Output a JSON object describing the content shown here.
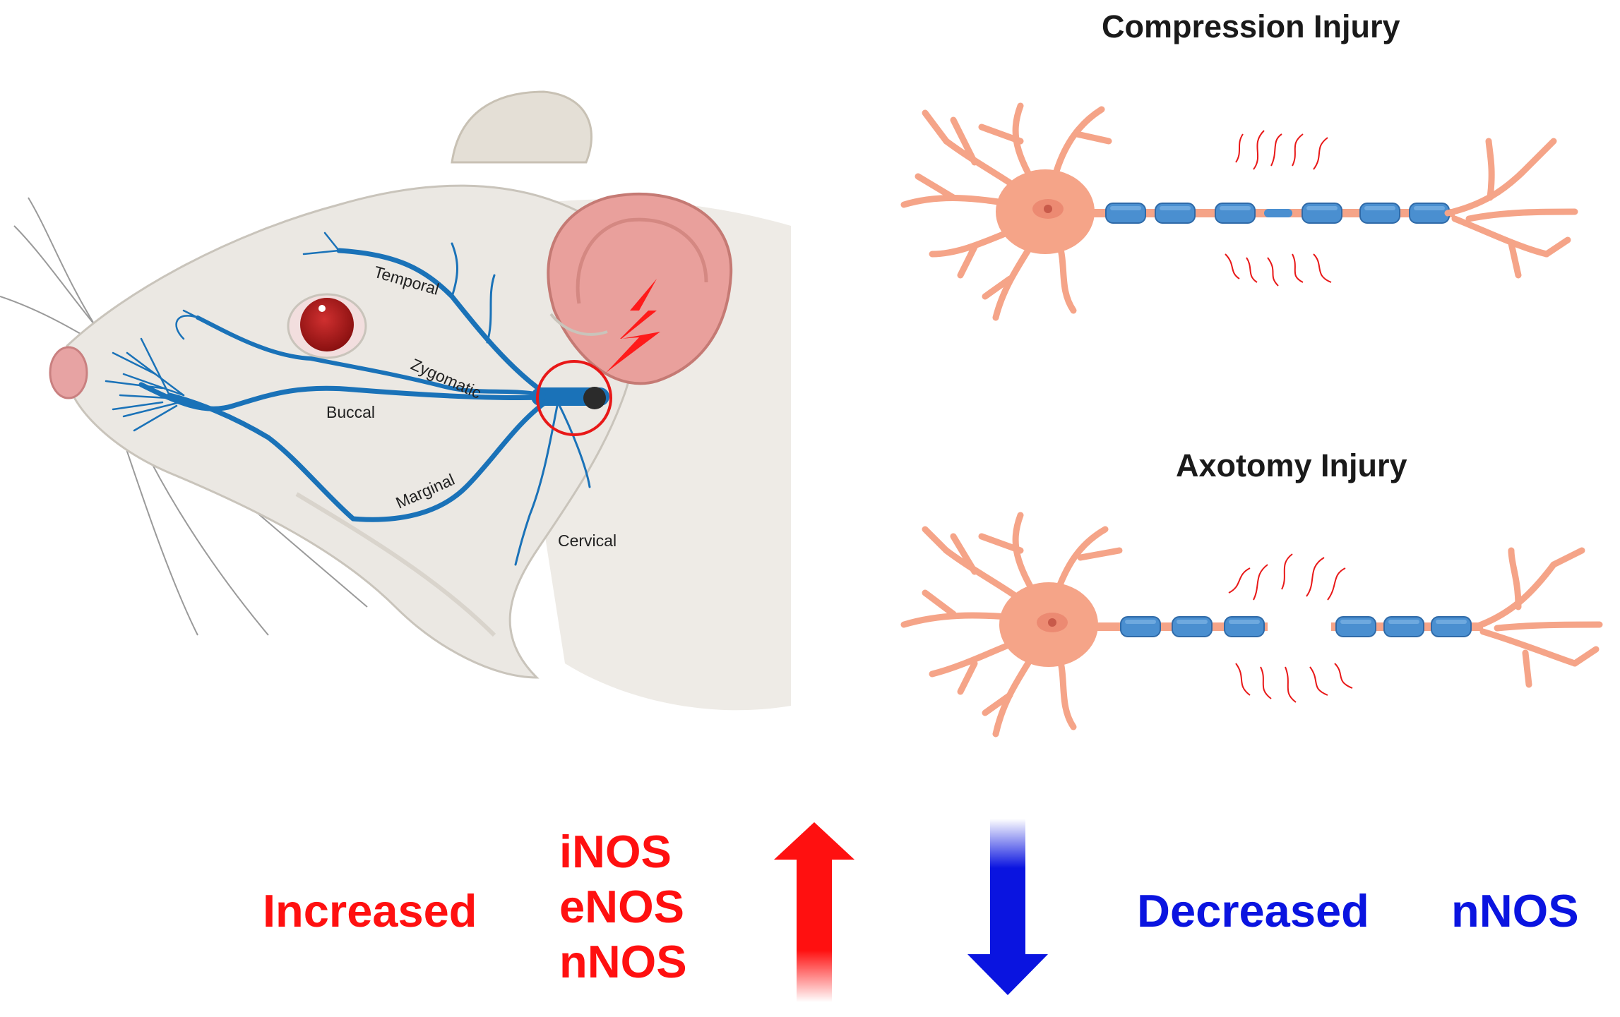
{
  "colors": {
    "increase": "#ff1010",
    "decrease": "#0a14e0",
    "nerve": "#1a72b8",
    "neuron": "#f5a488",
    "myelin": "#4a8fd0",
    "injury_marker": "#e81818"
  },
  "rat_diagram": {
    "nerve_branches": {
      "temporal": "Temporal",
      "zygomatic": "Zygomatic",
      "buccal": "Buccal",
      "marginal": "Marginal",
      "cervical": "Cervical"
    },
    "icons": [
      "rat-head-icon",
      "lightning-bolt-icon",
      "injury-circle-icon"
    ]
  },
  "panels": {
    "compression": {
      "title": "Compression Injury"
    },
    "axotomy": {
      "title": "Axotomy Injury"
    }
  },
  "effects": {
    "increased": {
      "label": "Increased",
      "markers": [
        "iNOS",
        "eNOS",
        "nNOS"
      ],
      "arrow": "up-arrow-icon"
    },
    "decreased": {
      "label": "Decreased",
      "markers": [
        "nNOS"
      ],
      "arrow": "down-arrow-icon"
    }
  }
}
